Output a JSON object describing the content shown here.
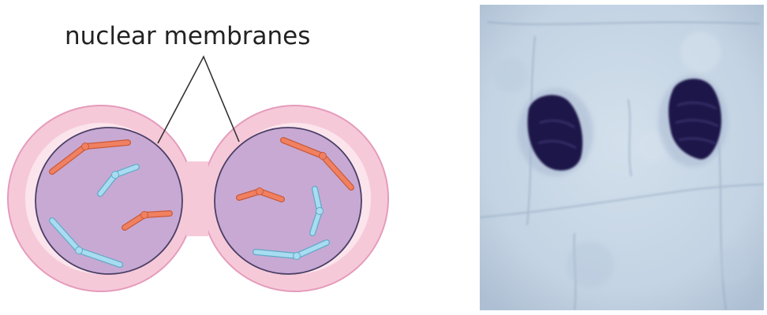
{
  "diagram": {
    "label": "nuclear membranes"
  },
  "colors": {
    "cell_outer": "#f6c9d9",
    "cell_border": "#e59bbb",
    "cell_inner": "#fbe4ec",
    "nucleus_fill": "#c8a9d3",
    "nucleus_border": "#4a3f66",
    "chromosome_red": "#f08060",
    "chromosome_blue": "#a9dcf0",
    "micrograph_bg": "#c9d8e6",
    "stain_dark": "#1c1648"
  },
  "chromosomes": {
    "left_cell": [
      {
        "color": "red",
        "count": 2
      },
      {
        "color": "blue",
        "count": 2
      }
    ],
    "right_cell": [
      {
        "color": "red",
        "count": 2
      },
      {
        "color": "blue",
        "count": 2
      }
    ]
  }
}
